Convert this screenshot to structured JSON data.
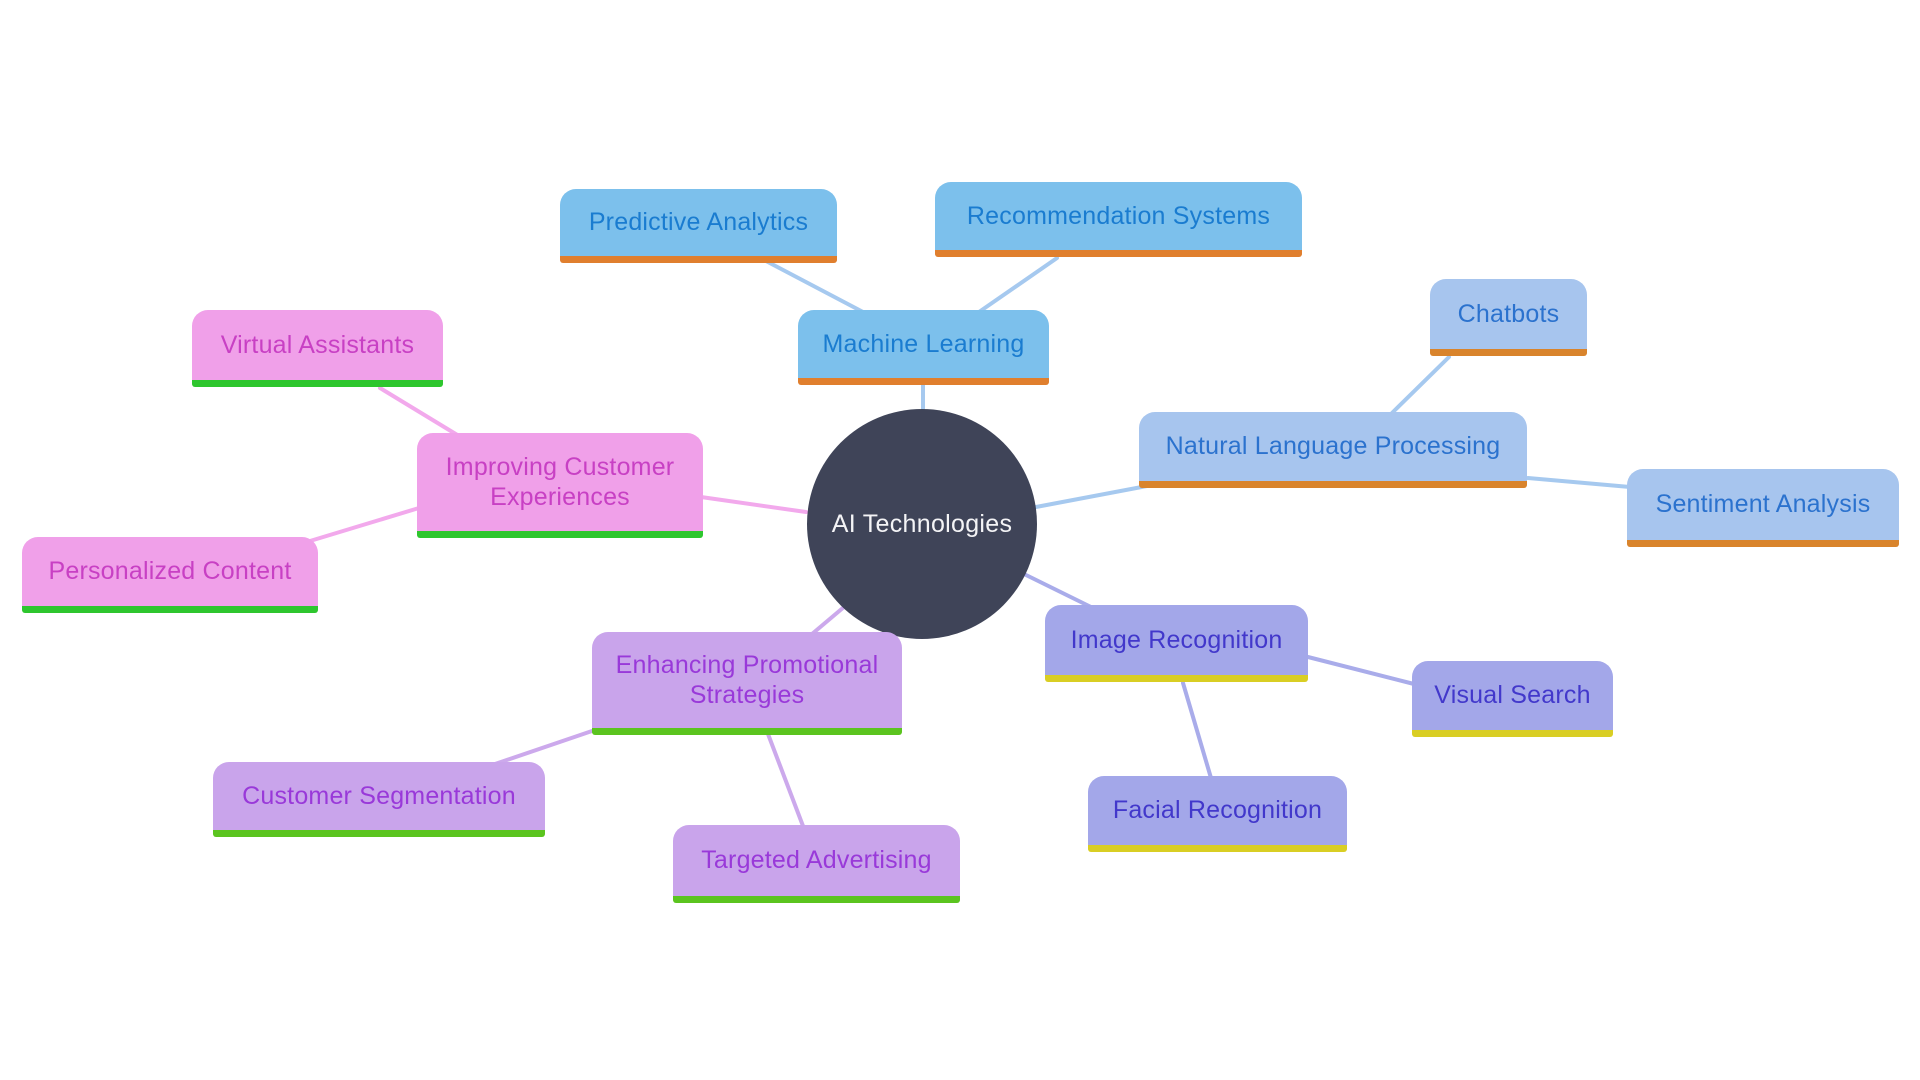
{
  "mindmap": {
    "type": "mindmap-diagram",
    "root": {
      "label": "AI Technologies"
    },
    "branches": [
      {
        "id": "machine-learning",
        "label": "Machine Learning",
        "children": [
          {
            "id": "predictive-analytics",
            "label": "Predictive Analytics"
          },
          {
            "id": "recommendation-systems",
            "label": "Recommendation Systems"
          }
        ]
      },
      {
        "id": "natural-language-processing",
        "label": "Natural Language Processing",
        "children": [
          {
            "id": "chatbots",
            "label": "Chatbots"
          },
          {
            "id": "sentiment-analysis",
            "label": "Sentiment Analysis"
          }
        ]
      },
      {
        "id": "image-recognition",
        "label": "Image Recognition",
        "children": [
          {
            "id": "visual-search",
            "label": "Visual Search"
          },
          {
            "id": "facial-recognition",
            "label": "Facial Recognition"
          }
        ]
      },
      {
        "id": "improving-customer-experiences",
        "label": "Improving Customer Experiences",
        "children": [
          {
            "id": "virtual-assistants",
            "label": "Virtual Assistants"
          },
          {
            "id": "personalized-content",
            "label": "Personalized Content"
          }
        ]
      },
      {
        "id": "enhancing-promotional-strategies",
        "label": "Enhancing Promotional Strategies",
        "children": [
          {
            "id": "customer-segmentation",
            "label": "Customer Segmentation"
          },
          {
            "id": "targeted-advertising",
            "label": "Targeted Advertising"
          }
        ]
      }
    ]
  },
  "colors": {
    "background": "#FFFFFF",
    "root_fill": "#3F4458",
    "root_text": "#F4F4F6",
    "ml_fill": "#7CC0EC",
    "ml_text": "#1A7CD0",
    "ml_bar": "#E07F2E",
    "ml_edge": "#A6C9EF",
    "nlp_fill": "#A7C5EE",
    "nlp_text": "#2B72CE",
    "nlp_bar": "#D9842C",
    "nlp_edge": "#A6C9EF",
    "img_fill": "#A3A7E9",
    "img_text": "#4238CB",
    "img_bar": "#D9CE24",
    "img_edge": "#A9ACEA",
    "cx_fill": "#F0A0E9",
    "cx_text": "#C840C4",
    "cx_bar": "#2EC62E",
    "cx_edge": "#F2A9EC",
    "promo_fill": "#C9A4EB",
    "promo_text": "#9939D9",
    "promo_bar": "#5BC41F",
    "promo_edge": "#CCA9EC"
  }
}
